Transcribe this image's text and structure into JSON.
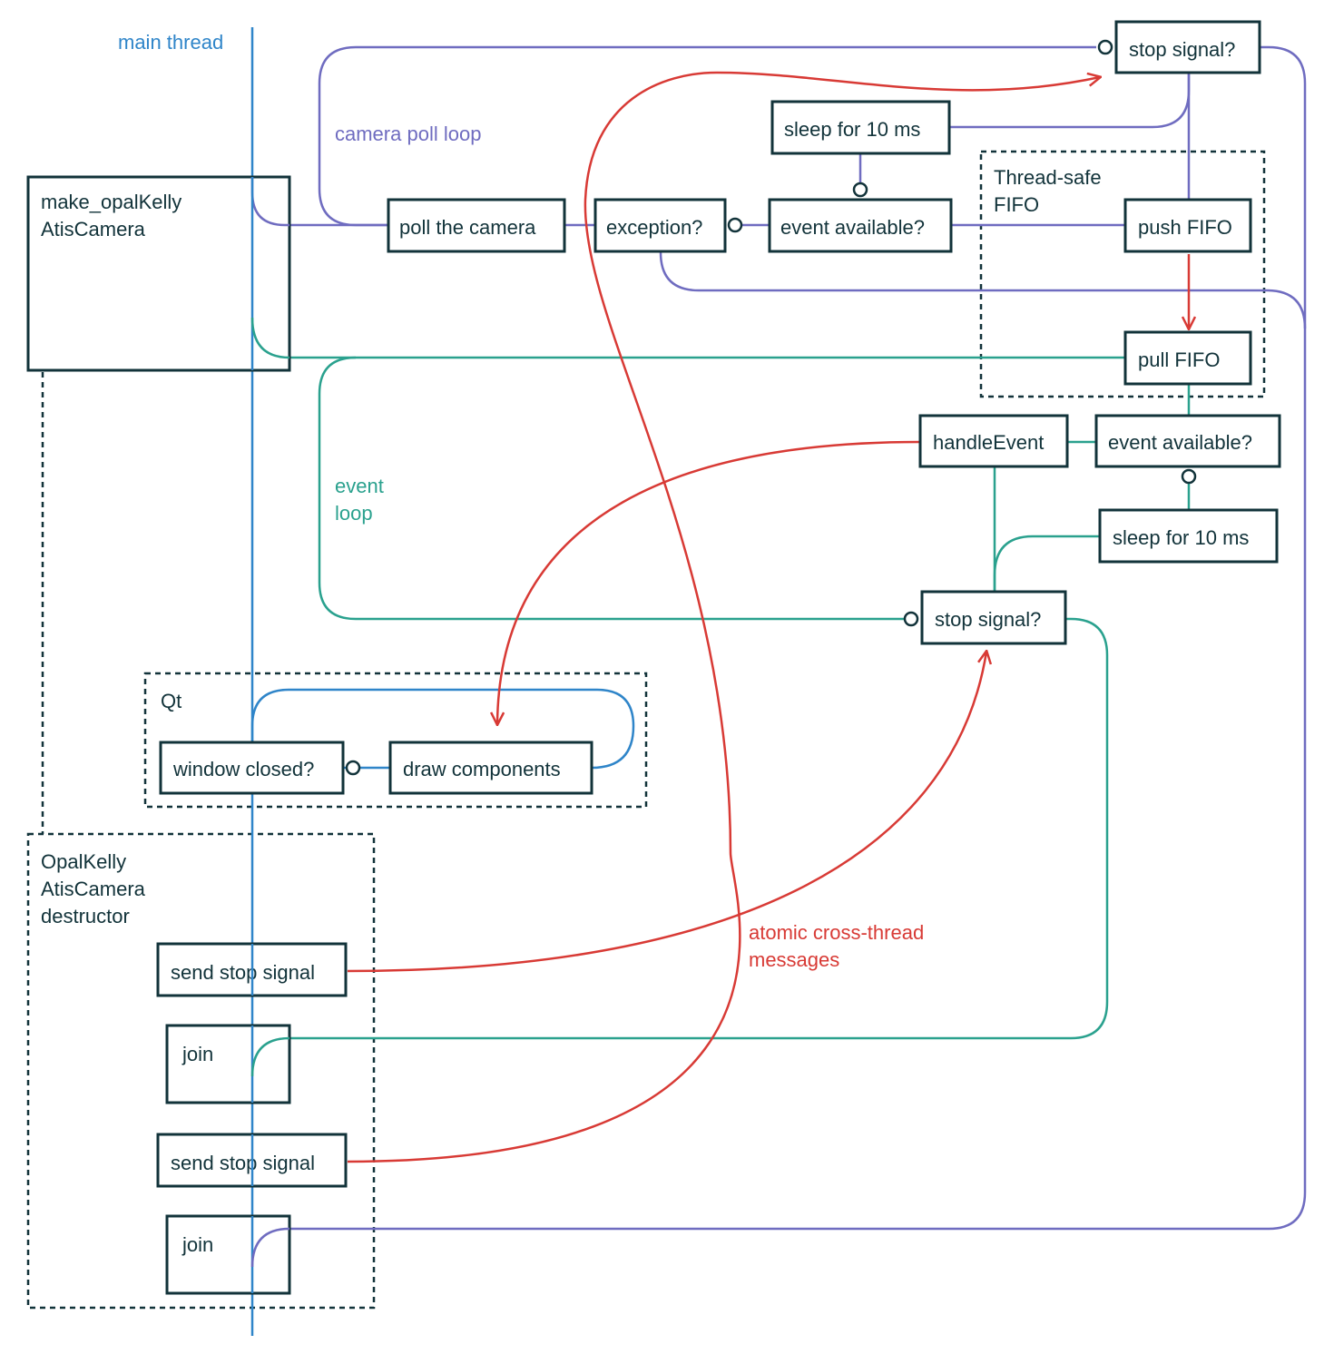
{
  "colors": {
    "main": "#2f85c9",
    "poll": "#6f6cc0",
    "event": "#2aa18e",
    "message": "#d83a35",
    "box_stroke": "#12333a"
  },
  "labels": {
    "main_thread": "main thread",
    "camera_poll_loop": "camera poll loop",
    "event_loop_1": "event",
    "event_loop_2": "loop",
    "thread_safe_1": "Thread-safe",
    "thread_safe_2": "FIFO",
    "qt": "Qt",
    "destructor_1": "OpalKelly",
    "destructor_2": "AtisCamera",
    "destructor_3": "destructor",
    "messages_1": "atomic cross-thread",
    "messages_2": "messages"
  },
  "boxes": {
    "make_camera_1": "make_opalKelly",
    "make_camera_2": "AtisCamera",
    "poll_camera": "poll the camera",
    "exception": "exception?",
    "event_available_poll": "event available?",
    "sleep_poll": "sleep for 10 ms",
    "stop_signal_poll": "stop signal?",
    "push_fifo": "push FIFO",
    "pull_fifo": "pull FIFO",
    "handle_event": "handleEvent",
    "event_available_event": "event available?",
    "sleep_event": "sleep for 10 ms",
    "stop_signal_event": "stop signal?",
    "window_closed": "window closed?",
    "draw_components": "draw components",
    "send_stop_1": "send stop signal",
    "join_1": "join",
    "send_stop_2": "send stop signal",
    "join_2": "join"
  }
}
